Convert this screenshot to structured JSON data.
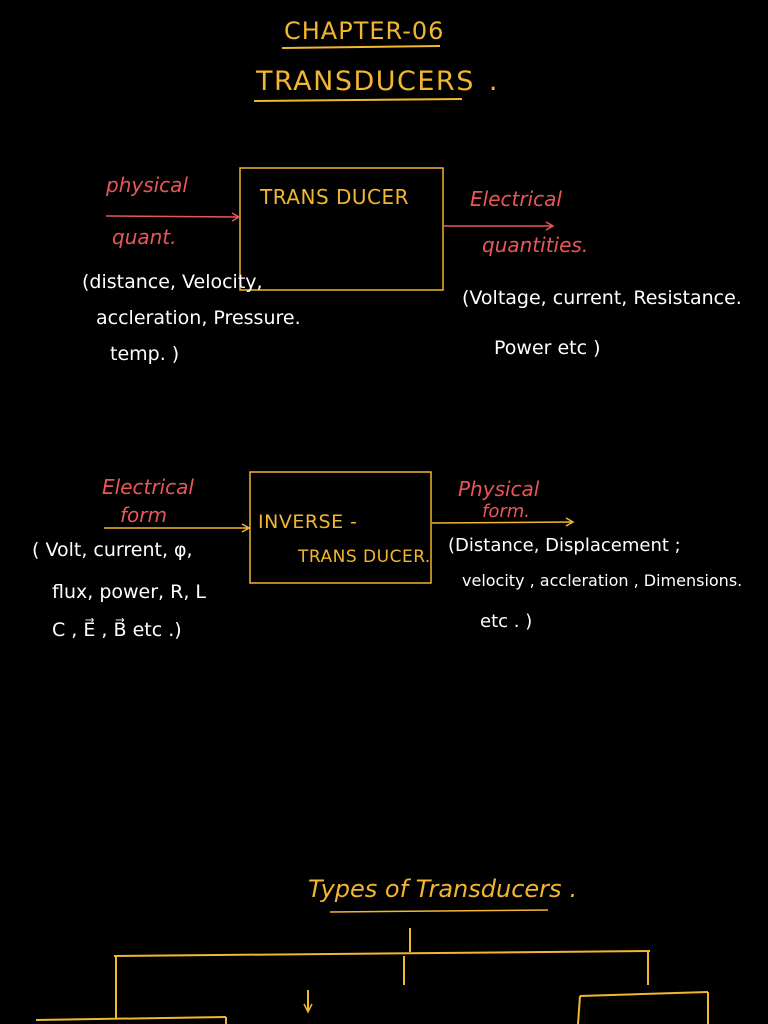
{
  "header": {
    "chapter": "CHAPTER-06",
    "title": "TRANSDUCERS",
    "title_suffix": "."
  },
  "diagram1": {
    "box_label": "TRANS DUCER",
    "input_label_1": "physical",
    "input_label_2": "quant.",
    "input_examples": [
      "(distance, Velocity,",
      "accleration, Pressure.",
      "temp. )"
    ],
    "output_label_1": "Electrical",
    "output_label_2": "quantities.",
    "output_examples": [
      "(Voltage, current, Resistance.",
      "Power etc )"
    ]
  },
  "diagram2": {
    "box_label_1": "INVERSE -",
    "box_label_2": "TRANS DUCER.",
    "input_label_1": "Electrical",
    "input_label_2": "form",
    "input_examples": [
      "( Volt, current, φ,",
      "flux, power, R, L",
      "C , E⃗ , B⃗ etc .)"
    ],
    "output_label_1": "Physical",
    "output_label_2": "form.",
    "output_examples": [
      "(Distance, Displacement ;",
      "velocity , accleration , Dimensions.",
      "etc . )"
    ]
  },
  "types": {
    "title": "Types of Transducers",
    "title_suffix": "."
  },
  "colors": {
    "background": "#000000",
    "heading": "#f2b630",
    "label_pink": "#e9565a",
    "note_white": "#ffffff"
  }
}
